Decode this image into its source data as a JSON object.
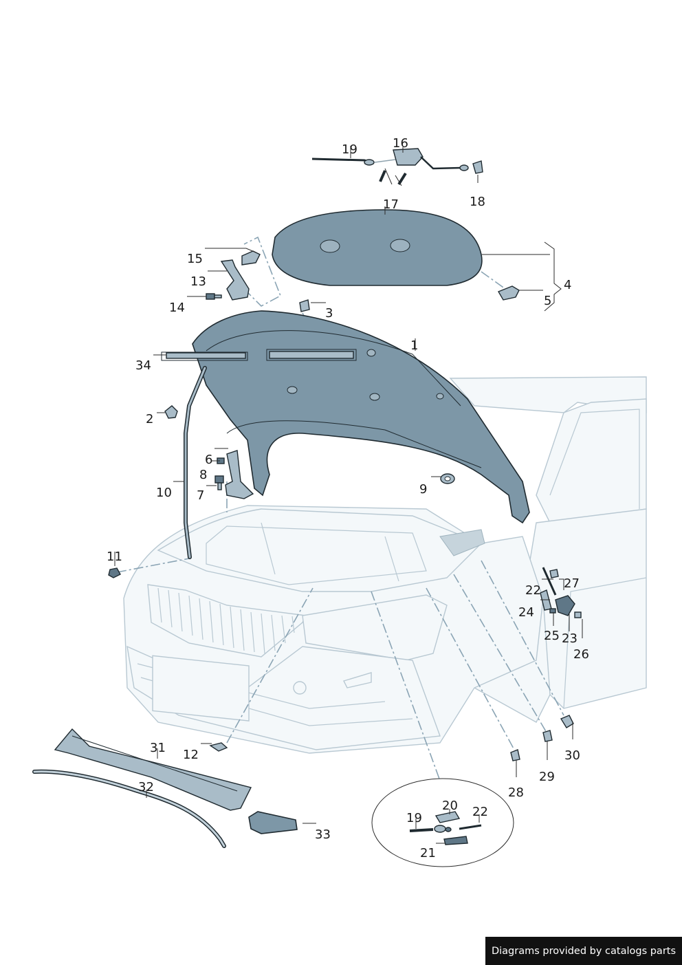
{
  "footer": {
    "text": "Diagrams provided by catalogs parts"
  },
  "callouts": {
    "c1": "1",
    "c2": "2",
    "c3": "3",
    "c4": "4",
    "c5": "5",
    "c6": "6",
    "c7": "7",
    "c8": "8",
    "c9": "9",
    "c10": "10",
    "c11": "11",
    "c12": "12",
    "c13": "13",
    "c14": "14",
    "c15": "15",
    "c16": "16",
    "c17": "17",
    "c18": "18",
    "c19": "19",
    "c19b": "19",
    "c20": "20",
    "c21": "21",
    "c22": "22",
    "c22b": "22",
    "c23": "23",
    "c24": "24",
    "c25": "25",
    "c26": "26",
    "c27": "27",
    "c28": "28",
    "c29": "29",
    "c30": "30",
    "c31": "31",
    "c32": "32",
    "c33": "33",
    "c34": "34"
  },
  "colors": {
    "part_fill": "#7d97a7",
    "part_outline": "#1f2a30",
    "car_outline": "#b8c8d2",
    "centerline": "#8aa4b4",
    "footer_bg": "#111111"
  }
}
